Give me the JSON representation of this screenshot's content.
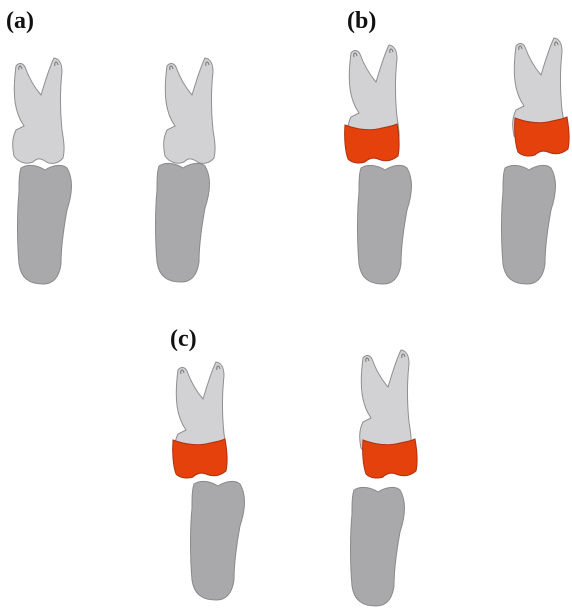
{
  "panels": [
    {
      "label": "(a)"
    },
    {
      "label": "(b)"
    },
    {
      "label": "(c)"
    }
  ],
  "colors": {
    "upper_tooth": "#d2d2d5",
    "lower_tooth": "#a9a9ab",
    "restoration": "#e4410d",
    "background": "#ffffff"
  }
}
